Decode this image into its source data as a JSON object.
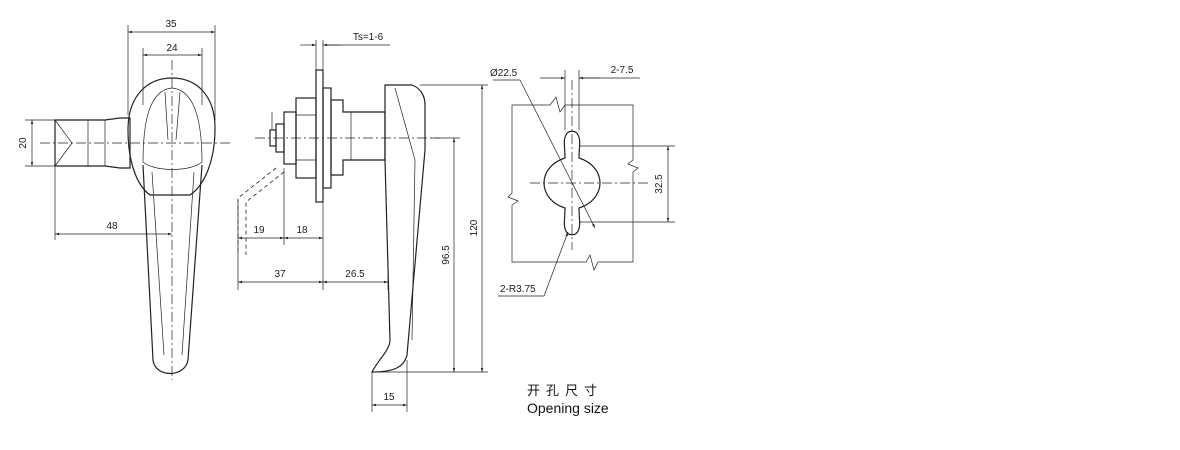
{
  "dimensions": {
    "front_width_outer": "35",
    "front_width_inner": "24",
    "front_height": "20",
    "front_length": "48",
    "panel_thickness": "Ts=1-6",
    "side_19": "19",
    "side_18": "18",
    "side_37": "37",
    "side_26_5": "26.5",
    "side_96_5": "96.5",
    "side_120": "120",
    "side_15": "15",
    "cutout_diameter": "Ø22.5",
    "cutout_slot_width": "2-7.5",
    "cutout_height": "32.5",
    "cutout_radius": "2-R3.75"
  },
  "caption": {
    "chinese": "开孔尺寸",
    "english": "Opening size"
  }
}
